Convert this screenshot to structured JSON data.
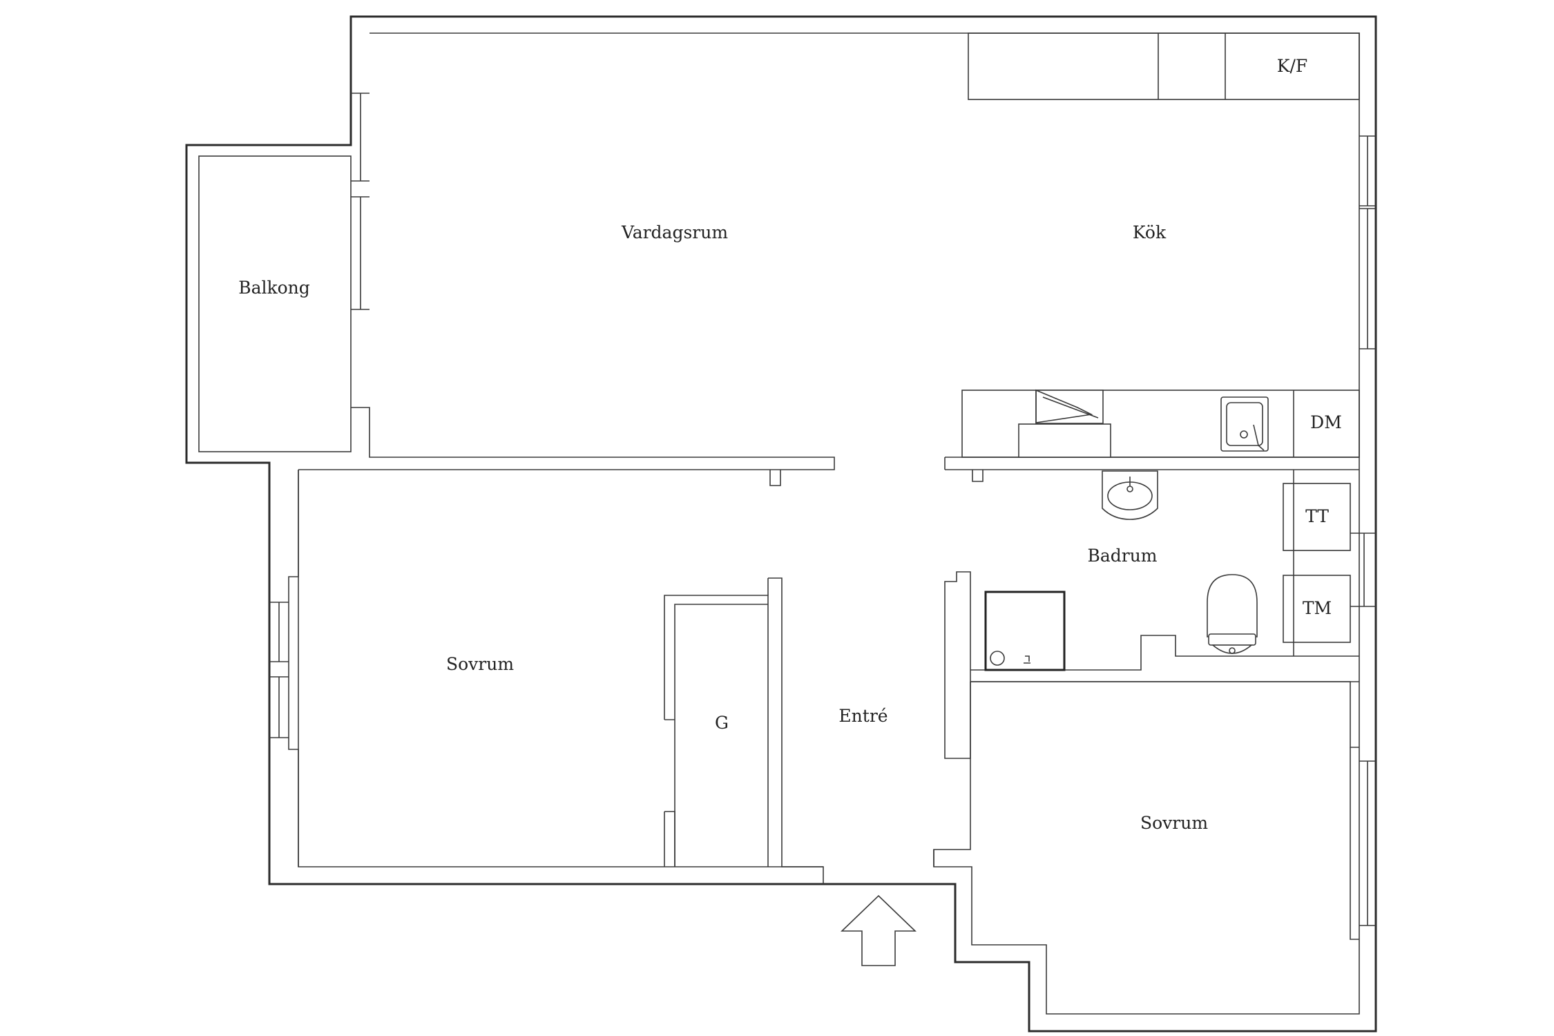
{
  "rooms": {
    "vardagsrum": "Vardagsrum",
    "kok": "Kök",
    "balkong": "Balkong",
    "badrum": "Badrum",
    "sovrum_left": "Sovrum",
    "sovrum_right": "Sovrum",
    "entre": "Entré",
    "garderob": "G"
  },
  "appliances": {
    "kf": "K/F",
    "dm": "DM",
    "tt": "TT",
    "tm": "TM"
  },
  "icons": {
    "entrance": "entrance-arrow-icon",
    "stove": "stove-icon",
    "kitchen_sink": "kitchen-sink-icon",
    "washbasin": "washbasin-icon",
    "toilet": "toilet-icon",
    "shower": "shower-icon"
  }
}
